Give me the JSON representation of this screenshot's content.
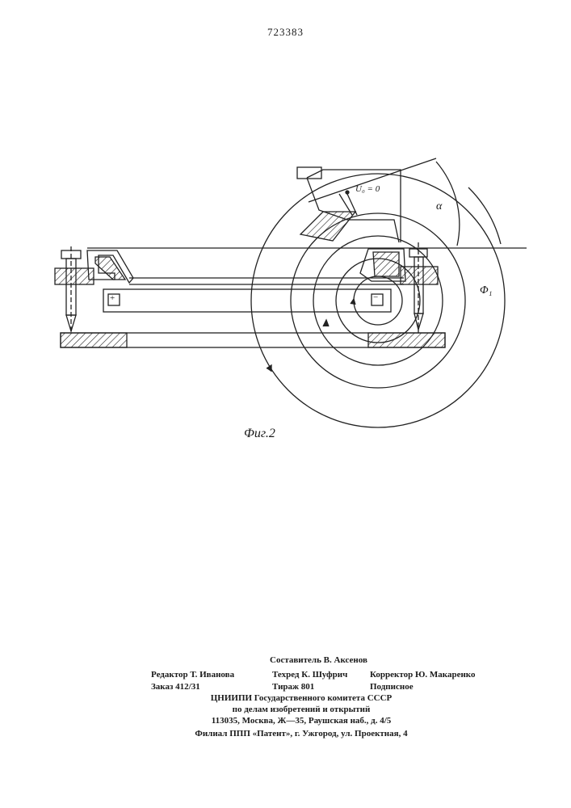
{
  "header": {
    "patent_number": "723383"
  },
  "figure": {
    "caption": "Фиг.2",
    "labels": {
      "voltage": "U₀ = 0",
      "alpha": "α",
      "phi": "Φ₁"
    },
    "symbols": {
      "plus": "+",
      "minus": "−"
    }
  },
  "imprint": {
    "compiler": "Составитель В. Аксенов",
    "editor": "Редактор Т. Иванова",
    "techred": "Техред К. Шуфрич",
    "corrector": "Корректор Ю. Макаренко",
    "order": "Заказ 412/31",
    "circulation": "Тираж 801",
    "subscription": "Подписное",
    "org_line1": "ЦНИИПИ Государственного комитета СССР",
    "org_line2": "по делам изобретений и открытий",
    "address": "113035, Москва, Ж—35, Раушская наб., д. 4/5",
    "branch": "Филиал ППП «Патент», г. Ужгород, ул. Проектная, 4"
  }
}
